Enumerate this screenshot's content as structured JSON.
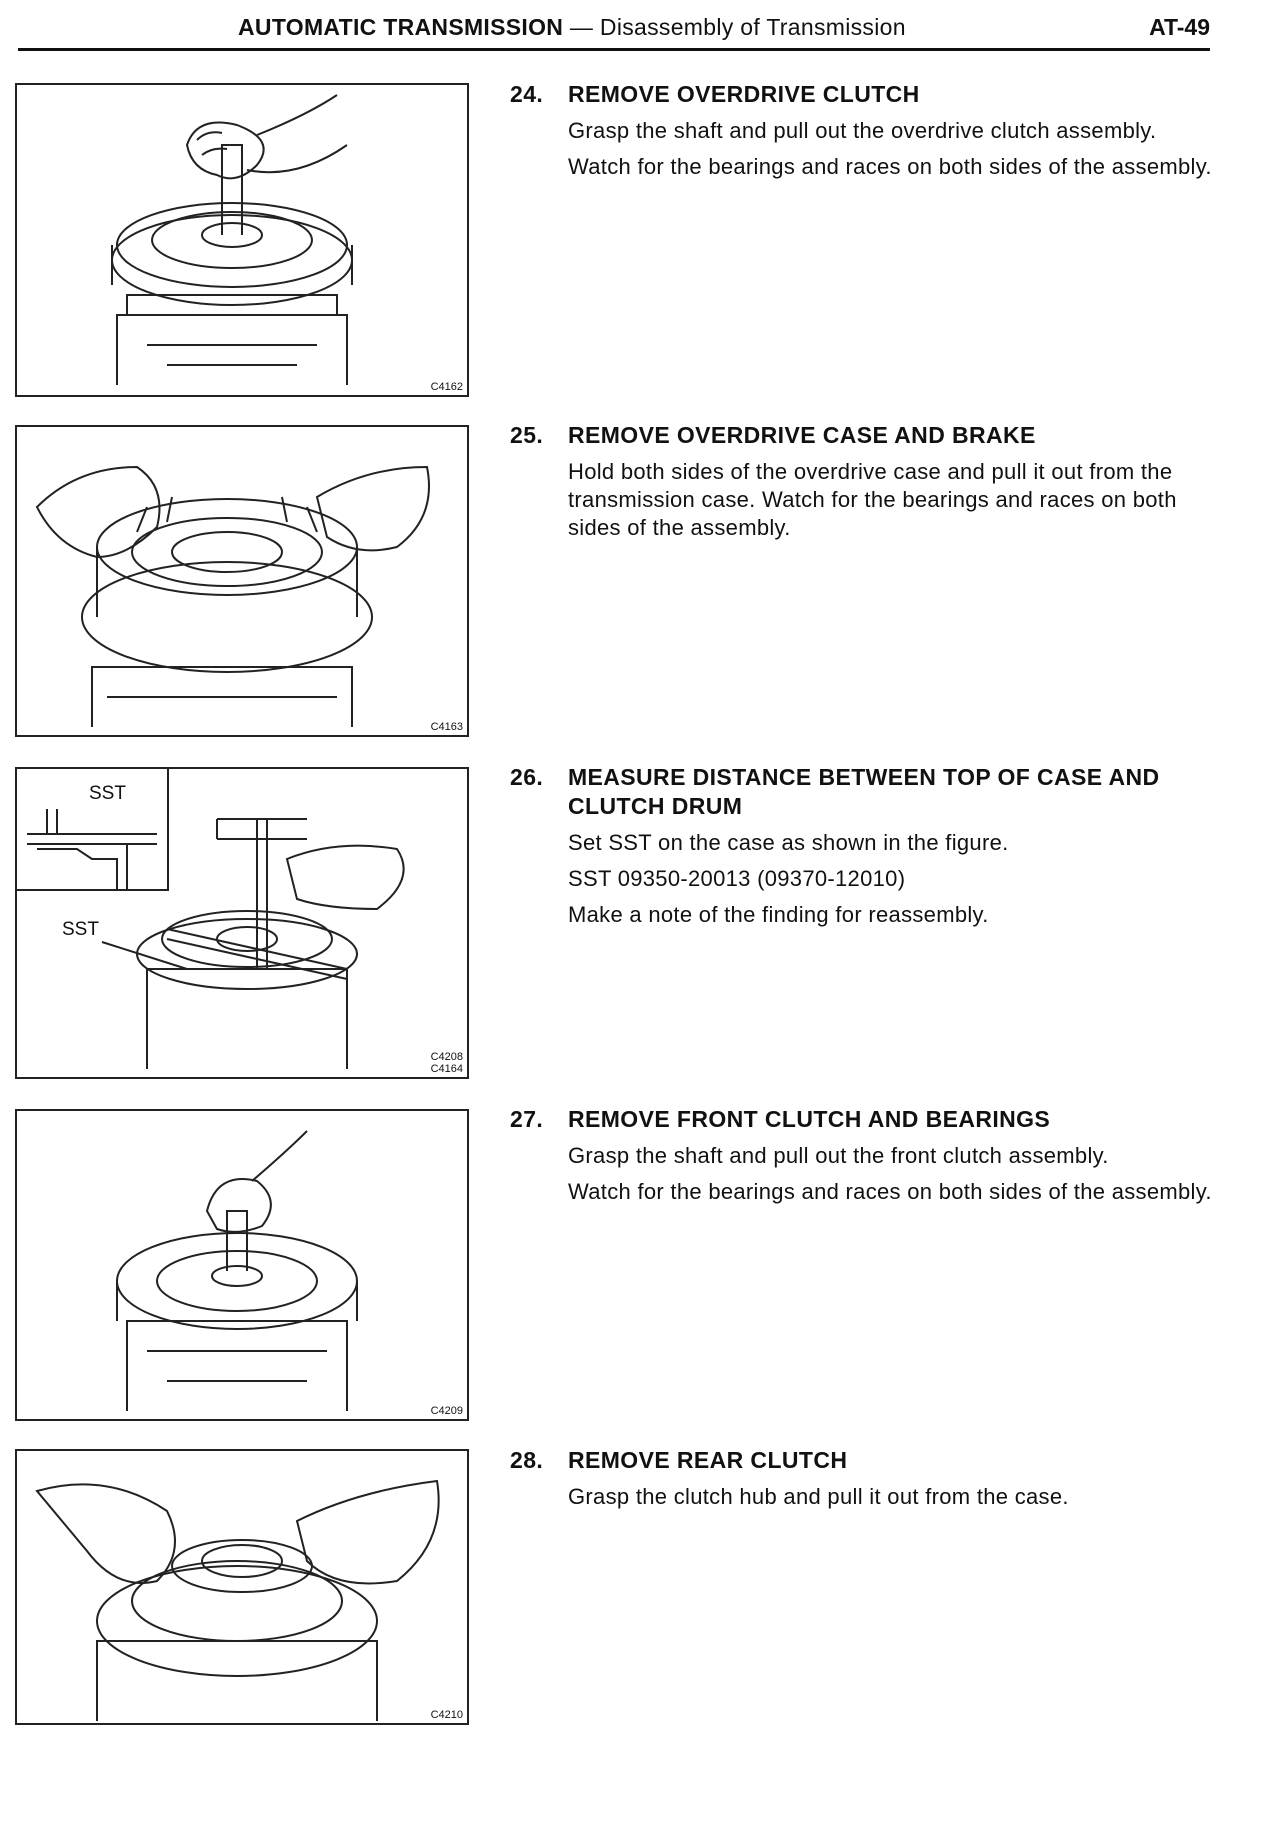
{
  "header": {
    "section": "AUTOMATIC TRANSMISSION",
    "separator": "—",
    "subtitle": "Disassembly of Transmission",
    "page": "AT-49"
  },
  "steps": [
    {
      "number": "24.",
      "title": "REMOVE OVERDRIVE CLUTCH",
      "paragraphs": [
        "Grasp the shaft and pull out the overdrive clutch assembly.",
        "Watch for the bearings and races on both sides of the assembly."
      ],
      "figure_code": "C4162"
    },
    {
      "number": "25.",
      "title": "REMOVE OVERDRIVE CASE AND BRAKE",
      "paragraphs": [
        "Hold both sides of the overdrive case and pull it out from the transmission case. Watch for the bearings and races on both sides of the assembly."
      ],
      "figure_code": "C4163"
    },
    {
      "number": "26.",
      "title": "MEASURE DISTANCE BETWEEN TOP OF CASE AND CLUTCH DRUM",
      "paragraphs": [
        "Set SST on the case as shown in the figure.",
        "SST 09350-20013 (09370-12010)",
        "Make a note of the finding for reassembly."
      ],
      "figure_code": "C4208\nC4164",
      "labels": [
        "SST",
        "SST"
      ]
    },
    {
      "number": "27.",
      "title": "REMOVE FRONT CLUTCH AND BEARINGS",
      "paragraphs": [
        "Grasp the shaft and pull out the front clutch assembly.",
        "Watch for the bearings and races on both sides of the assembly."
      ],
      "figure_code": "C4209"
    },
    {
      "number": "28.",
      "title": "REMOVE REAR CLUTCH",
      "paragraphs": [
        "Grasp the clutch hub and pull it out from the case."
      ],
      "figure_code": "C4210"
    }
  ]
}
